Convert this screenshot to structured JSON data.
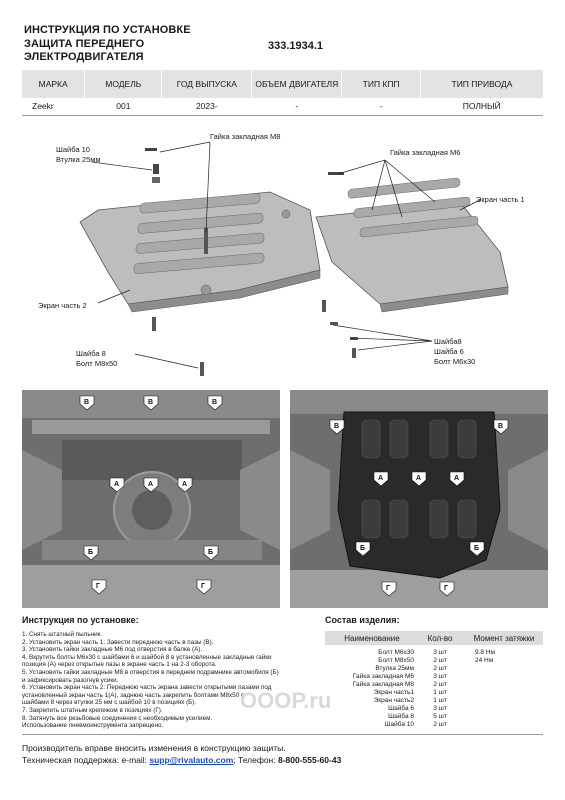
{
  "header": {
    "line1": "ИНСТРУКЦИЯ ПО УСТАНОВКЕ",
    "line2": "ЗАЩИТА ПЕРЕДНЕГО",
    "line3": "ЭЛЕКТРОДВИГАТЕЛЯ",
    "code": "333.1934.1"
  },
  "spec_table": {
    "headers": [
      "МАРКА",
      "МОДЕЛЬ",
      "ГОД ВЫПУСКА",
      "ОБЪЕМ ДВИГАТЕЛЯ",
      "ТИП КПП",
      "ТИП ПРИВОДА"
    ],
    "row": [
      "Zeekr",
      "001",
      "2023-",
      "-",
      "-",
      "ПОЛНЫЙ"
    ]
  },
  "diagram": {
    "labels": {
      "washer10": "Шайба 10",
      "sleeve25": "Втулка 25мм",
      "nutM8": "Гайка закладная М8",
      "nutM6": "Гайка закладная М6",
      "screen1": "Экран часть 1",
      "screen2": "Экран часть 2",
      "washer8a": "Шайба 8",
      "boltM8": "Болт М8х50",
      "washer8b": "Шайба8",
      "washer6": "Шайба 6",
      "boltM6": "Болт М6х30"
    }
  },
  "photo_markers": {
    "v": "В",
    "a": "А",
    "b": "Б",
    "g": "Г"
  },
  "instructions": {
    "title": "Инструкция по установке:",
    "steps": [
      "1. Снять штатный пыльник.",
      "2. Установить экран часть 1: Завести переднюю часть в пазы (В).",
      "3. Установить гайки закладные М6 под отверстия в балке (А).",
      "4. Вкрутить болты М6х30 с шайбами 6 и шайбой 8 в установленные закладные гайки",
      "   позиция (А) через открытые пазы в экране часть 1 на 2-3 оборота.",
      "5. Установить гайки закладные М8 в отверстия в переднем подрамнике автомобиля (Б)",
      "   и зафиксировать разогнув усики.",
      "6. Установить экран часть 2: Переднюю часть экрана завести открытыми пазами под",
      "   установленный экран часть 1(А), заднюю часть закрепить болтами М8х50 с",
      "   шайбами 8 через втулки 25 мм с шайбой 10 в позициях (Б).",
      "7. Закрепить штатным крепежом в позициях (Г).",
      "8. Затянуть все резьбовые соединения с необходимым усилием.",
      "   Использование пневмоинструмента запрещено."
    ]
  },
  "kit": {
    "title": "Состав изделия:",
    "headers": [
      "Наименование",
      "Кол-во",
      "Момент затяжки"
    ],
    "rows": [
      [
        "Болт М6х30",
        "3 шт",
        "9.8 Нм"
      ],
      [
        "Болт М8х50",
        "2 шт",
        "24 Нм"
      ],
      [
        "Втулка 25мм",
        "2 шт",
        ""
      ],
      [
        "Гайка закладная М6",
        "3 шт",
        ""
      ],
      [
        "Гайка закладная М8",
        "2 шт",
        ""
      ],
      [
        "Экран часть1",
        "1 шт",
        ""
      ],
      [
        "Экран часть2",
        "1 шт",
        ""
      ],
      [
        "Шайба 6",
        "3 шт",
        ""
      ],
      [
        "Шайба 8",
        "5 шт",
        ""
      ],
      [
        "Шайба 10",
        "2 шт",
        ""
      ]
    ]
  },
  "footer": {
    "notice": "Производитель вправе вносить изменения в конструкцию защиты.",
    "support_label": "Техническая поддержка:  e-mail: ",
    "email": "supp@rivalauto.com",
    "phone_label": "; Телефон: ",
    "phone": "8-800-555-60-43"
  },
  "watermark": "OOOP.ru",
  "colors": {
    "plate": "#bdbdbd",
    "plate_dark": "#8c8c8c",
    "photo_bg": "#6e6e6e",
    "armor": "#2a2a2a",
    "marker_fill": "#ffffff"
  }
}
